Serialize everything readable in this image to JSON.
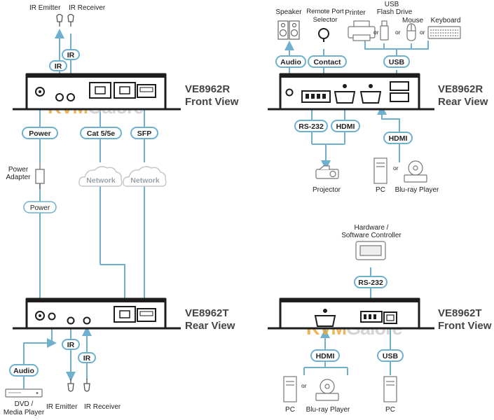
{
  "watermark": {
    "part1": "KVM",
    "part2": "Galore"
  },
  "colors": {
    "line": "#6fb0cf",
    "pill_border": "#6fb0cf",
    "device": "#1e1e1e",
    "watermark_orange": "#e9a93a",
    "watermark_gray": "#cdcdcd"
  },
  "receiver_front": {
    "title_line1": "VE8962R",
    "title_line2": "Front View",
    "ir_emitter": "IR Emitter",
    "ir_receiver": "IR Receiver",
    "ir_pill_left": "IR",
    "ir_pill_right": "IR",
    "power_pill": "Power",
    "power_adapter_line1": "Power",
    "power_adapter_line2": "Adapter",
    "power_pill_lower": "Power",
    "cat_pill": "Cat 5/5e",
    "sfp_pill": "SFP",
    "network_left": "Network",
    "network_right": "Network"
  },
  "receiver_rear": {
    "title_line1": "VE8962R",
    "title_line2": "Rear View",
    "speaker": "Speaker",
    "remote_selector_line1": "Remote Port",
    "remote_selector_line2": "Selector",
    "printer": "Printer",
    "usb_flash_line1": "USB",
    "usb_flash_line2": "Flash Drive",
    "mouse": "Mouse",
    "keyboard": "Keyboard",
    "or1": "or",
    "or2": "or",
    "or3": "or",
    "audio_pill": "Audio",
    "contact_pill": "Contact",
    "usb_pill": "USB",
    "rs232_pill": "RS-232",
    "hdmi_pill": "HDMI",
    "hdmi_pill_out": "HDMI",
    "projector": "Projector",
    "pc": "PC",
    "or4": "or",
    "bluray": "Blu-ray Player"
  },
  "transmitter_rear": {
    "title_line1": "VE8962T",
    "title_line2": "Rear View",
    "audio_pill": "Audio",
    "ir_pill_left": "IR",
    "ir_pill_right": "IR",
    "dvd_line1": "DVD /",
    "dvd_line2": "Media Player",
    "ir_emitter": "IR Emitter",
    "ir_receiver": "IR Receiver"
  },
  "transmitter_front": {
    "title_line1": "VE8962T",
    "title_line2": "Front View",
    "controller_line1": "Hardware /",
    "controller_line2": "Software Controller",
    "rs232_pill": "RS-232",
    "hdmi_pill": "HDMI",
    "usb_pill": "USB",
    "pc_left": "PC",
    "or": "or",
    "bluray": "Blu-ray Player",
    "pc_right": "PC"
  }
}
